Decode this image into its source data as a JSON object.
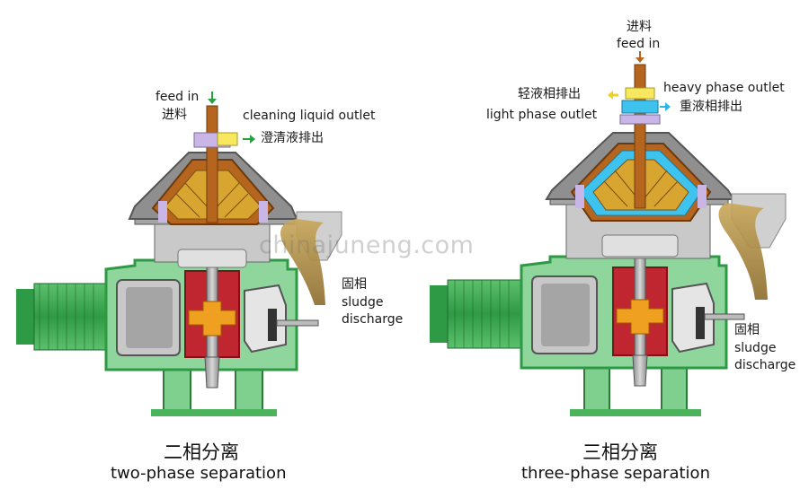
{
  "watermark": "chinajuneng.com",
  "two_phase": {
    "feed_en": "feed in",
    "feed_cn": "进料",
    "cleaning_en": "cleaning liquid outlet",
    "cleaning_cn": "澄清液排出",
    "sludge_cn": "固相",
    "sludge_en_1": "sludge",
    "sludge_en_2": "discharge",
    "caption_cn": "二相分离",
    "caption_en": "two-phase separation"
  },
  "three_phase": {
    "feed_cn": "进料",
    "feed_en": "feed in",
    "light_cn": "轻液相排出",
    "light_en": "light phase outlet",
    "heavy_en": "heavy phase outlet",
    "heavy_cn": "重液相排出",
    "sludge_cn": "固相",
    "sludge_en_1": "sludge",
    "sludge_en_2": "discharge",
    "caption_cn": "三相分离",
    "caption_en": "three-phase separation"
  },
  "colors": {
    "frame_green": "#7fcf8f",
    "frame_dark": "#2f9a45",
    "motor_green": "#3fae55",
    "bowl_red": "#c0262f",
    "rotor_orange": "#f0a020",
    "cone_gold": "#d8a530",
    "cone_brown": "#b5651d",
    "light_yellow": "#f7e860",
    "heavy_blue": "#3ec2ee",
    "gray_steel": "#a5a5a5",
    "sludge_brown": "#a5833a",
    "feed_arrow": "#2aa040",
    "heavy_arrow": "#2ab6e6"
  }
}
